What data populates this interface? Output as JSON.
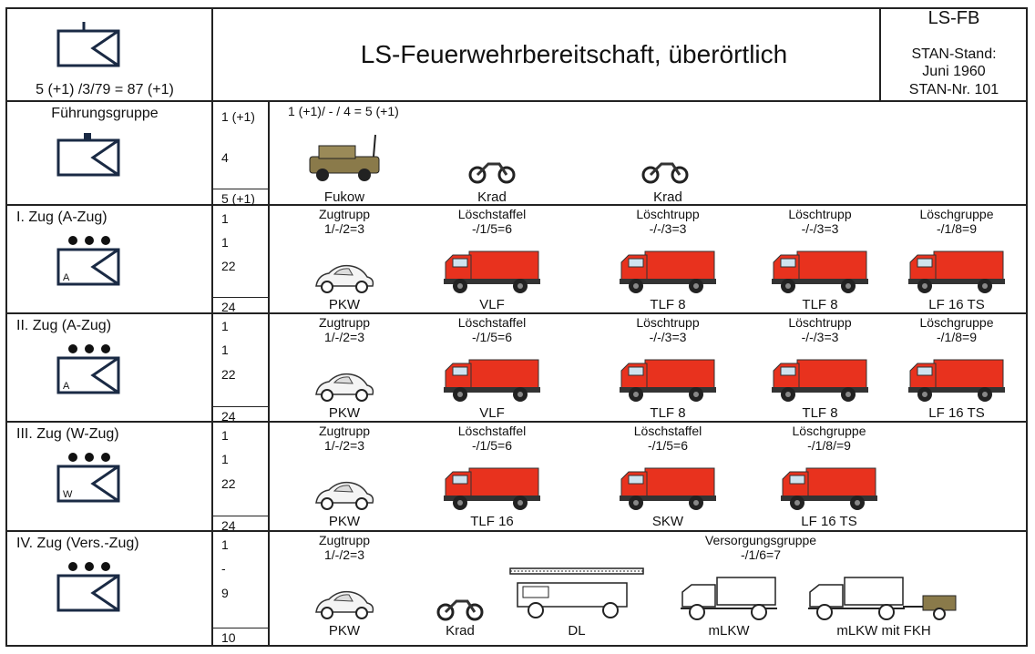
{
  "header": {
    "strength": "5 (+1) /3/79 = 87 (+1)",
    "title": "LS-Feuerwehrbereitschaft, überörtlich",
    "code": "LS-FB",
    "stan_stand": "STAN-Stand:",
    "stan_date": "Juni 1960",
    "stan_nr": "STAN-Nr. 101"
  },
  "colors": {
    "fire_red": "#e8321e",
    "line": "#222222",
    "symbol": "#1a2a44",
    "olive": "#8a7a4a"
  },
  "units": [
    {
      "name": "Führungsgruppe",
      "personnel": [
        "1 (+1)",
        "",
        "4"
      ],
      "total": "5 (+1)",
      "strength": "1 (+1)/ - / 4 = 5 (+1)",
      "vehicles": [
        {
          "name": "Fukow",
          "icon": "fukow-icon"
        },
        {
          "name": "Krad",
          "icon": "motorcycle-icon"
        },
        {
          "name": "Krad",
          "icon": "motorcycle-icon"
        }
      ]
    },
    {
      "name": "I. Zug (A-Zug)",
      "letter": "A",
      "personnel": [
        "1",
        "1",
        "22"
      ],
      "total": "24",
      "groups": [
        {
          "name": "Zugtrupp",
          "strength": "1/-/2=3",
          "vehicles": [
            {
              "name": "PKW",
              "icon": "car-icon"
            }
          ]
        },
        {
          "name": "Löschstaffel",
          "strength": "-/1/5=6",
          "vehicles": [
            {
              "name": "VLF",
              "icon": "fire-truck-icon"
            }
          ]
        },
        {
          "name": "Löschtrupp",
          "strength": "-/-/3=3",
          "vehicles": [
            {
              "name": "TLF 8",
              "icon": "fire-truck-icon"
            }
          ]
        },
        {
          "name": "Löschtrupp",
          "strength": "-/-/3=3",
          "vehicles": [
            {
              "name": "TLF 8",
              "icon": "fire-truck-icon"
            }
          ]
        },
        {
          "name": "Löschgruppe",
          "strength": "-/1/8=9",
          "vehicles": [
            {
              "name": "LF 16 TS",
              "icon": "fire-truck-icon"
            }
          ]
        }
      ]
    },
    {
      "name": "II. Zug (A-Zug)",
      "letter": "A",
      "personnel": [
        "1",
        "1",
        "22"
      ],
      "total": "24",
      "groups": [
        {
          "name": "Zugtrupp",
          "strength": "1/-/2=3",
          "vehicles": [
            {
              "name": "PKW",
              "icon": "car-icon"
            }
          ]
        },
        {
          "name": "Löschstaffel",
          "strength": "-/1/5=6",
          "vehicles": [
            {
              "name": "VLF",
              "icon": "fire-truck-icon"
            }
          ]
        },
        {
          "name": "Löschtrupp",
          "strength": "-/-/3=3",
          "vehicles": [
            {
              "name": "TLF 8",
              "icon": "fire-truck-icon"
            }
          ]
        },
        {
          "name": "Löschtrupp",
          "strength": "-/-/3=3",
          "vehicles": [
            {
              "name": "TLF 8",
              "icon": "fire-truck-icon"
            }
          ]
        },
        {
          "name": "Löschgruppe",
          "strength": "-/1/8=9",
          "vehicles": [
            {
              "name": "LF 16 TS",
              "icon": "fire-truck-icon"
            }
          ]
        }
      ]
    },
    {
      "name": "III. Zug (W-Zug)",
      "letter": "W",
      "personnel": [
        "1",
        "1",
        "22"
      ],
      "total": "24",
      "groups": [
        {
          "name": "Zugtrupp",
          "strength": "1/-/2=3",
          "vehicles": [
            {
              "name": "PKW",
              "icon": "car-icon"
            }
          ]
        },
        {
          "name": "Löschstaffel",
          "strength": "-/1/5=6",
          "vehicles": [
            {
              "name": "TLF 16",
              "icon": "fire-truck-icon"
            }
          ]
        },
        {
          "name": "Löschstaffel",
          "strength": "-/1/5=6",
          "vehicles": [
            {
              "name": "SKW",
              "icon": "fire-truck-icon"
            }
          ]
        },
        {
          "name": "Löschgruppe",
          "strength": "-/1/8/=9",
          "vehicles": [
            {
              "name": "LF 16 TS",
              "icon": "fire-truck-icon"
            }
          ]
        }
      ]
    },
    {
      "name": "IV. Zug (Vers.-Zug)",
      "personnel": [
        "1",
        "-",
        "9"
      ],
      "total": "10",
      "groups": [
        {
          "name": "Zugtrupp",
          "strength": "1/-/2=3",
          "vehicles": [
            {
              "name": "PKW",
              "icon": "car-icon"
            },
            {
              "name": "Krad",
              "icon": "motorcycle-icon"
            }
          ]
        },
        {
          "name": "Versorgungsgruppe",
          "strength": "-/1/6=7",
          "vehicles": [
            {
              "name": "DL",
              "icon": "ladder-truck-icon"
            },
            {
              "name": "mLKW",
              "icon": "truck-icon"
            },
            {
              "name": "mLKW mit FKH",
              "icon": "truck-trailer-icon"
            }
          ]
        }
      ]
    }
  ]
}
